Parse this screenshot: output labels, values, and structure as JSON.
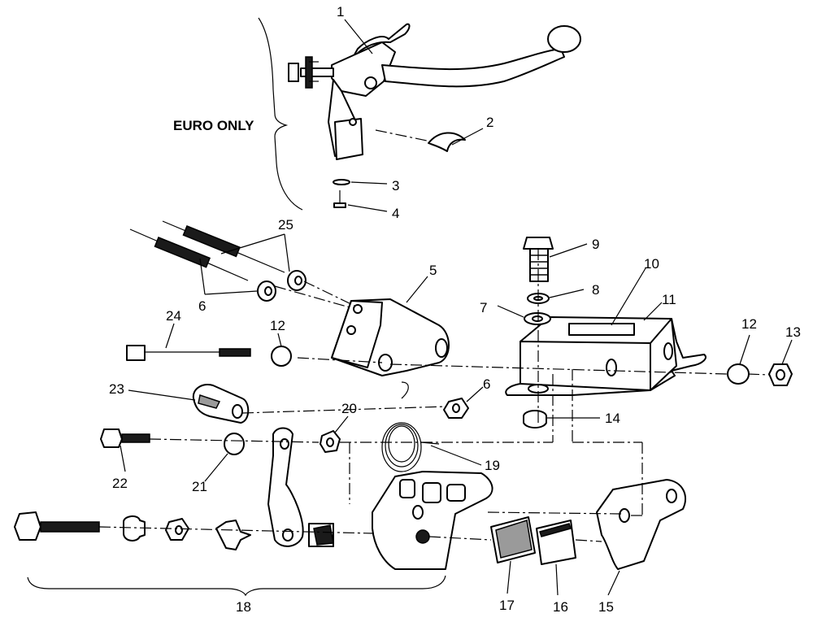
{
  "labels": {
    "euro_only": "EURO ONLY"
  },
  "callouts": [
    "1",
    "2",
    "3",
    "4",
    "5",
    "6",
    "6",
    "7",
    "8",
    "9",
    "10",
    "11",
    "12",
    "12",
    "13",
    "14",
    "15",
    "16",
    "17",
    "18",
    "19",
    "20",
    "21",
    "22",
    "23",
    "24",
    "25"
  ]
}
